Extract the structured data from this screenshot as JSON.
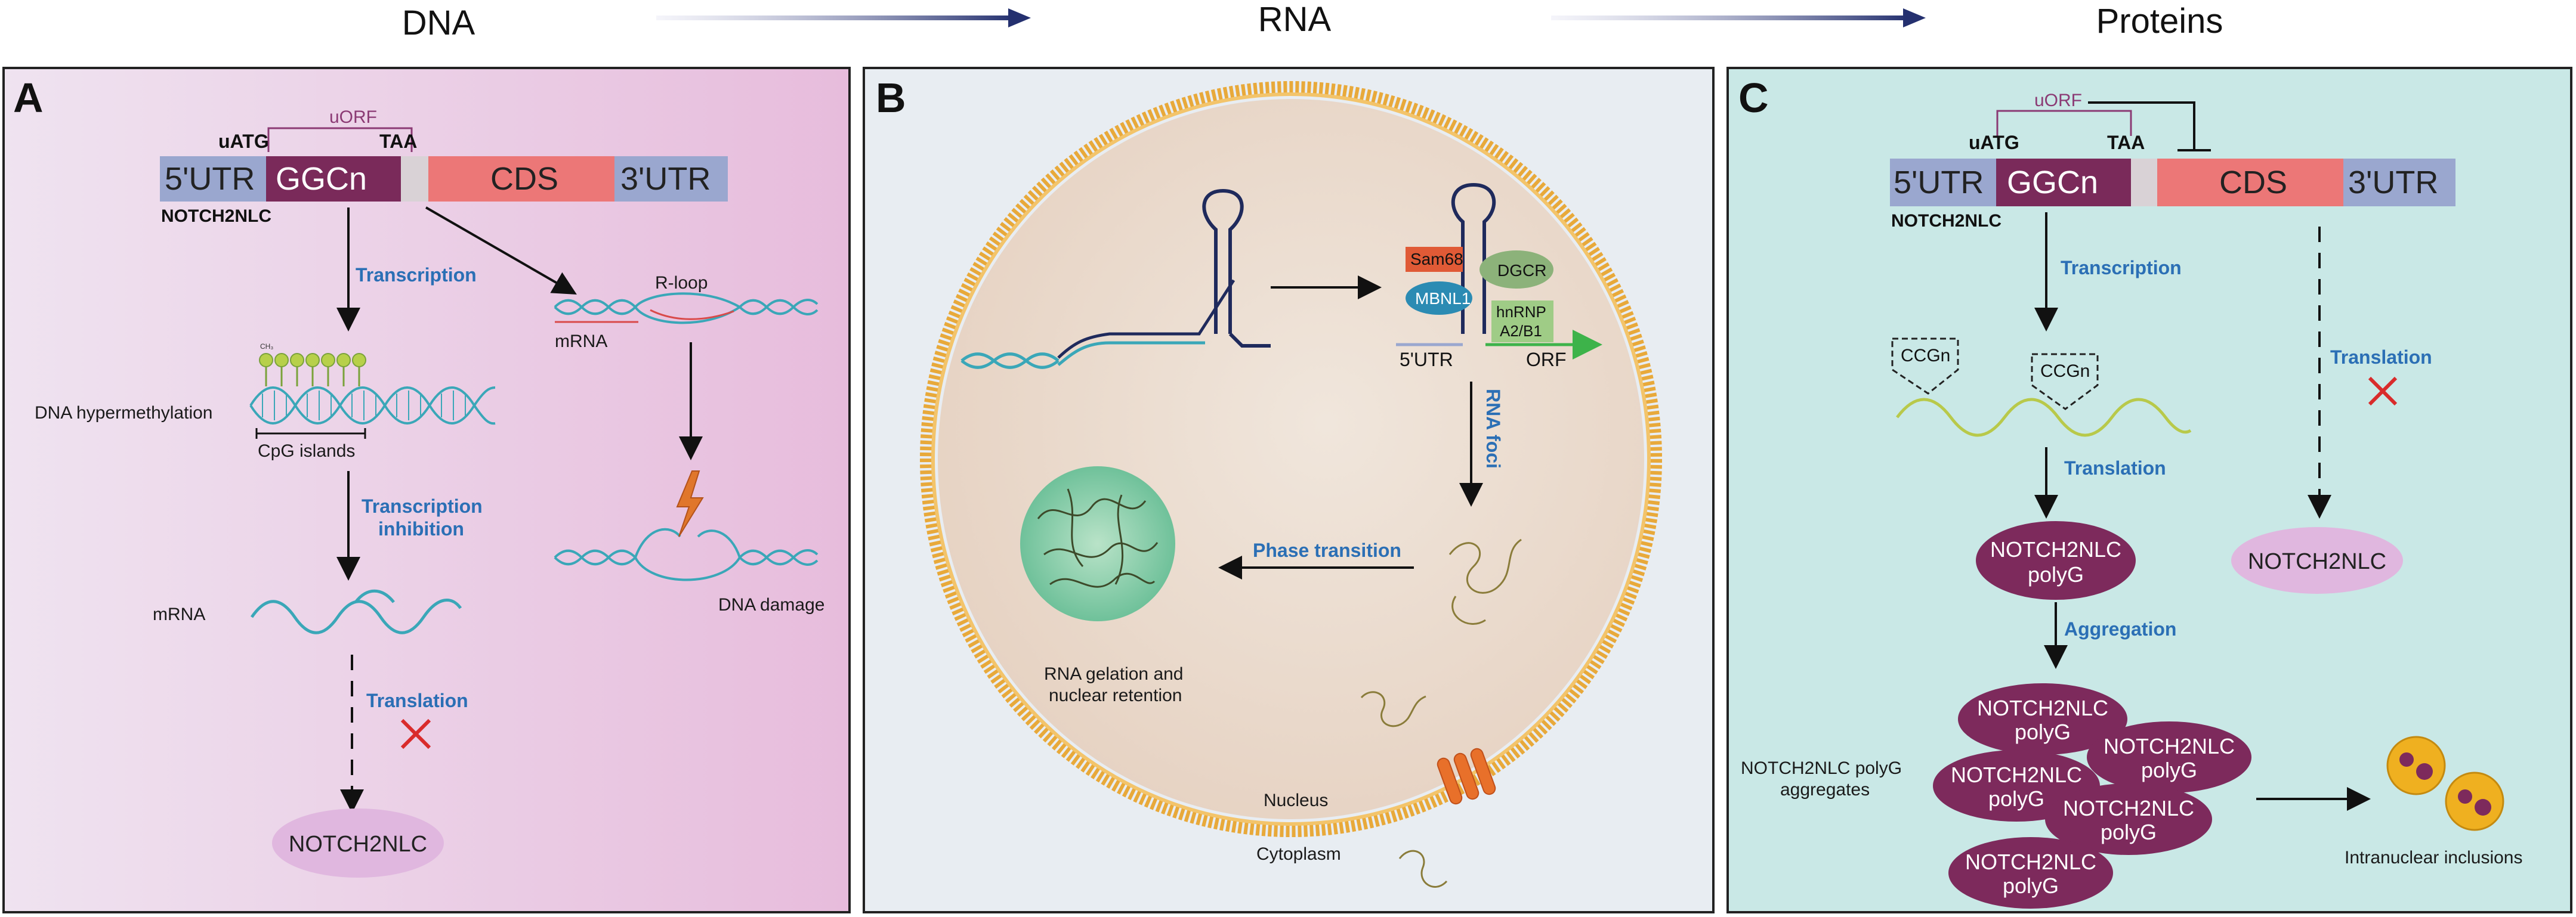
{
  "header": {
    "dna": "DNA",
    "rna": "RNA",
    "proteins": "Proteins"
  },
  "panel_a": {
    "letter": "A",
    "uorf": "uORF",
    "uatg": "uATG",
    "taa": "TAA",
    "utr5": "5'UTR",
    "ggcn": "GGCn",
    "cds": "CDS",
    "utr3": "3'UTR",
    "gene": "NOTCH2NLC",
    "transcription": "Transcription",
    "ch3": "CH₃",
    "dna_hypermethylation": "DNA hypermethylation",
    "cpg_islands": "CpG islands",
    "transcription_inhibition_1": "Transcription",
    "transcription_inhibition_2": "inhibition",
    "mrna": "mRNA",
    "translation": "Translation",
    "product": "NOTCH2NLC",
    "rloop": "R-loop",
    "rloop_mrna": "mRNA",
    "dna_damage": "DNA damage"
  },
  "panel_b": {
    "letter": "B",
    "sam68": "Sam68",
    "dgcr": "DGCR",
    "mbnl1": "MBNL1",
    "hnrnp_1": "hnRNP",
    "hnrnp_2": "A2/B1",
    "utr5": "5'UTR",
    "orf": "ORF",
    "rna_foci": "RNA foci",
    "phase_transition": "Phase transition",
    "gelation_1": "RNA gelation and",
    "gelation_2": "nuclear retention",
    "nucleus": "Nucleus",
    "cytoplasm": "Cytoplasm"
  },
  "panel_c": {
    "letter": "C",
    "uorf": "uORF",
    "uatg": "uATG",
    "taa": "TAA",
    "utr5": "5'UTR",
    "ggcn": "GGCn",
    "cds": "CDS",
    "utr3": "3'UTR",
    "gene": "NOTCH2NLC",
    "transcription": "Transcription",
    "ccgn_1": "CCGn",
    "ccgn_2": "CCGn",
    "translation_left": "Translation",
    "translation_right": "Translation",
    "polyg_1": "NOTCH2NLC",
    "polyg_2": "polyG",
    "aggregation": "Aggregation",
    "notch_product": "NOTCH2NLC",
    "aggregates_1": "NOTCH2NLC polyG",
    "aggregates_2": "aggregates",
    "inclusions": "Intranuclear inclusions"
  },
  "colors": {
    "panel_a_bg": "#e9c8e0",
    "panel_b_bg": "#e8edf2",
    "panel_c_bg": "#c9e8e6",
    "utr": "#9aa7cf",
    "ggcn": "#7a2a5a",
    "cds": "#ec7777",
    "polyg": "#7d2a5c",
    "label_blue": "#2b6fb5",
    "dna_teal": "#3aa7b8"
  }
}
